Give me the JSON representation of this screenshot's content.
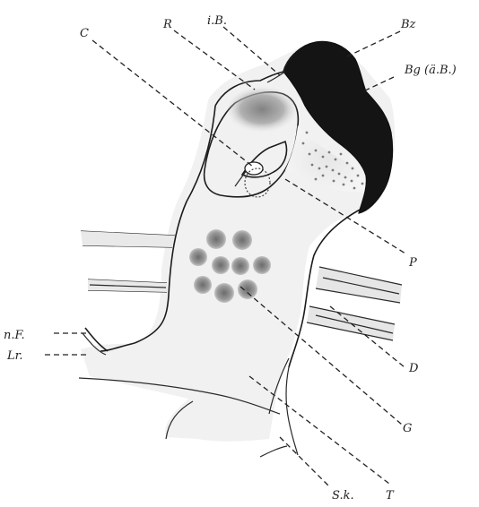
{
  "figure": {
    "labels": {
      "C": "C",
      "R": "R",
      "iB": "i.B.",
      "Bz": "Bz",
      "Bg": "Bg (ä.B.)",
      "P": "P",
      "nF": "n.F.",
      "Lr": "Lr.",
      "D": "D",
      "G": "G",
      "Sk": "S.k.",
      "T": "T"
    }
  }
}
